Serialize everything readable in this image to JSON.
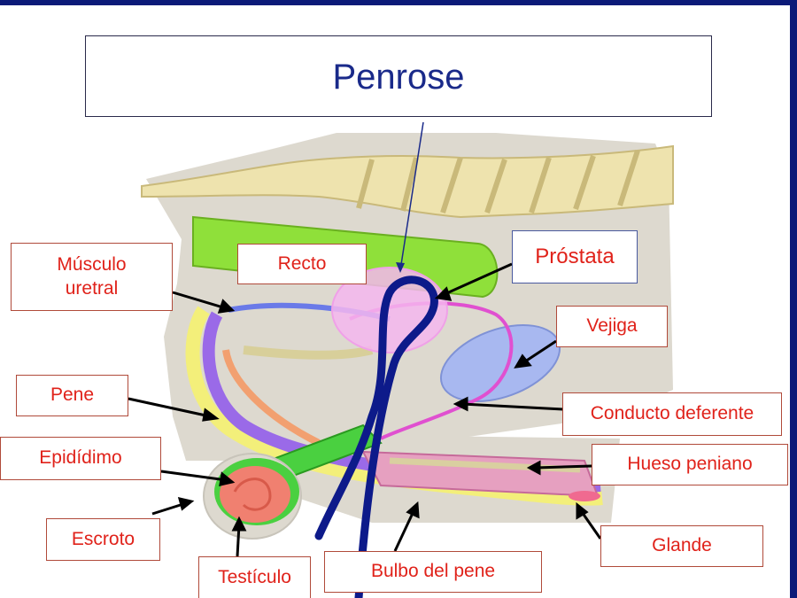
{
  "title": "Penrose",
  "labels": {
    "musculo_uretral": "Músculo\nuretral",
    "recto": "Recto",
    "prostata": "Próstata",
    "vejiga": "Vejiga",
    "pene": "Pene",
    "conducto_deferente": "Conducto deferente",
    "epididimo": "Epidídimo",
    "hueso_peniano": "Hueso peniano",
    "escroto": "Escroto",
    "glande": "Glande",
    "testiculo": "Testículo",
    "bulbo_del_pene": "Bulbo del pene"
  },
  "colors": {
    "frame": "#0b1a78",
    "label_text": "#e0221a",
    "title_text": "#1a2a8a",
    "penrose_drain": "#0d1a8a"
  }
}
